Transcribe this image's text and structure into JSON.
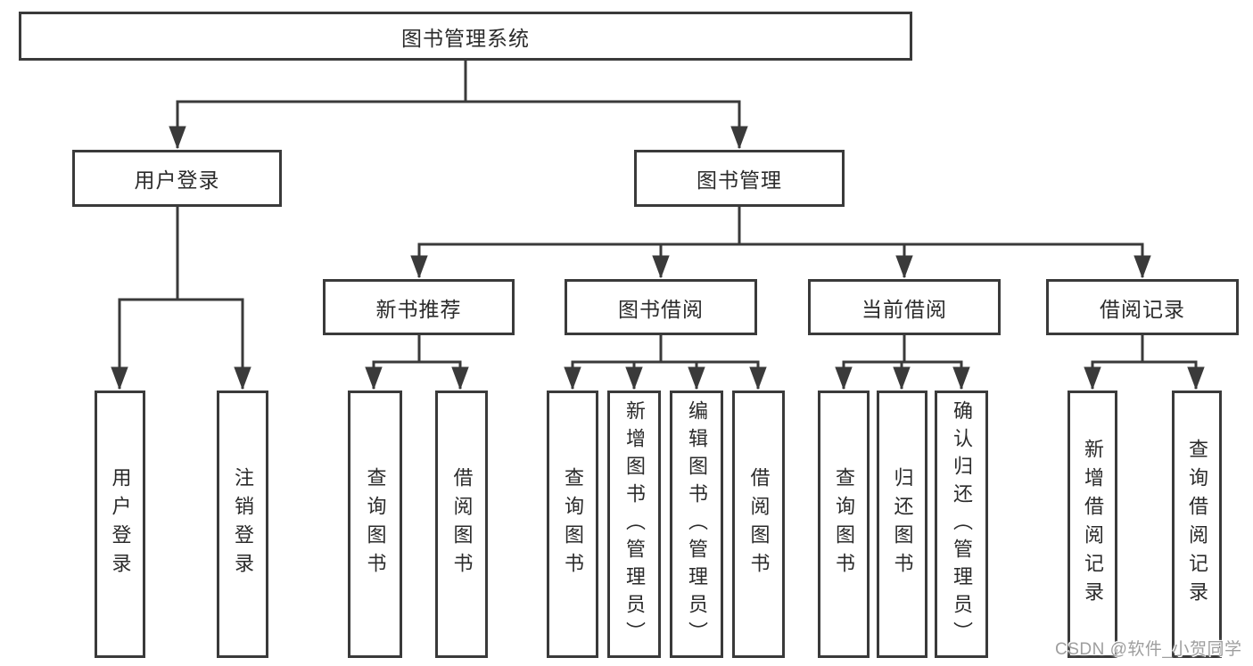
{
  "tree": {
    "root": {
      "label": "图书管理系统"
    },
    "branches": [
      {
        "label": "用户登录",
        "children": [
          {
            "label": "用户登录"
          },
          {
            "label": "注销登录"
          }
        ]
      },
      {
        "label": "图书管理",
        "children": [
          {
            "label": "新书推荐",
            "children": [
              {
                "label": "查询图书"
              },
              {
                "label": "借阅图书"
              }
            ]
          },
          {
            "label": "图书借阅",
            "children": [
              {
                "label": "查询图书"
              },
              {
                "label": "新增图书（管理员）"
              },
              {
                "label": "编辑图书（管理员）"
              },
              {
                "label": "借阅图书"
              }
            ]
          },
          {
            "label": "当前借阅",
            "children": [
              {
                "label": "查询图书"
              },
              {
                "label": "归还图书"
              },
              {
                "label": "确认归还（管理员）"
              }
            ]
          },
          {
            "label": "借阅记录",
            "children": [
              {
                "label": "新增借阅记录"
              },
              {
                "label": "查询借阅记录"
              }
            ]
          }
        ]
      }
    ]
  },
  "watermark": {
    "text": "CSDN @软件_小贺同学"
  },
  "colors": {
    "line": "#3a3a3a",
    "text": "#2b2b2b",
    "background": "#ffffff",
    "watermark": "#9e9e9e"
  }
}
